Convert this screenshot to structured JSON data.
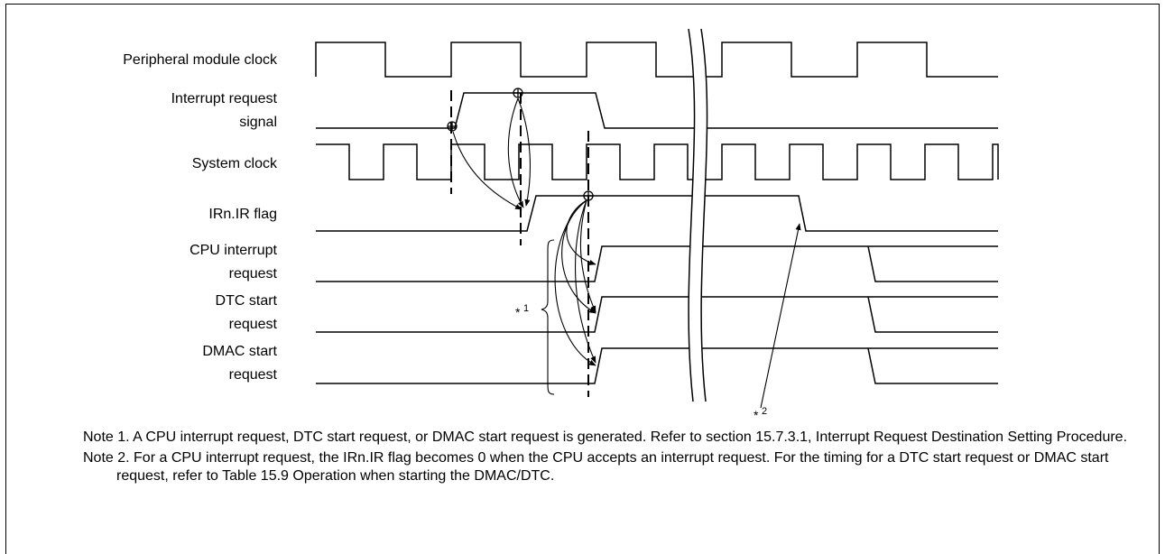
{
  "signals": [
    {
      "lines": [
        "Peripheral module clock"
      ]
    },
    {
      "lines": [
        "Interrupt request",
        "signal"
      ]
    },
    {
      "lines": [
        "System clock"
      ]
    },
    {
      "lines": [
        "IRn.IR flag"
      ]
    },
    {
      "lines": [
        "CPU interrupt",
        "request"
      ]
    },
    {
      "lines": [
        "DTC start",
        "request"
      ]
    },
    {
      "lines": [
        "DMAC start",
        "request"
      ]
    }
  ],
  "annotations": {
    "note1_star": "*",
    "note1_num": "1",
    "note2_star": "*",
    "note2_num": "2"
  },
  "notes": [
    "Note 1. A CPU interrupt request, DTC start request, or DMAC start request is generated. Refer to section 15.7.3.1, Interrupt Request Destination Setting Procedure.",
    "Note 2. For a CPU interrupt request, the IRn.IR flag becomes 0 when the CPU accepts an interrupt request. For the timing for a DTC start request or DMAC start request, refer to Table 15.9 Operation when starting the DMAC/DTC."
  ]
}
